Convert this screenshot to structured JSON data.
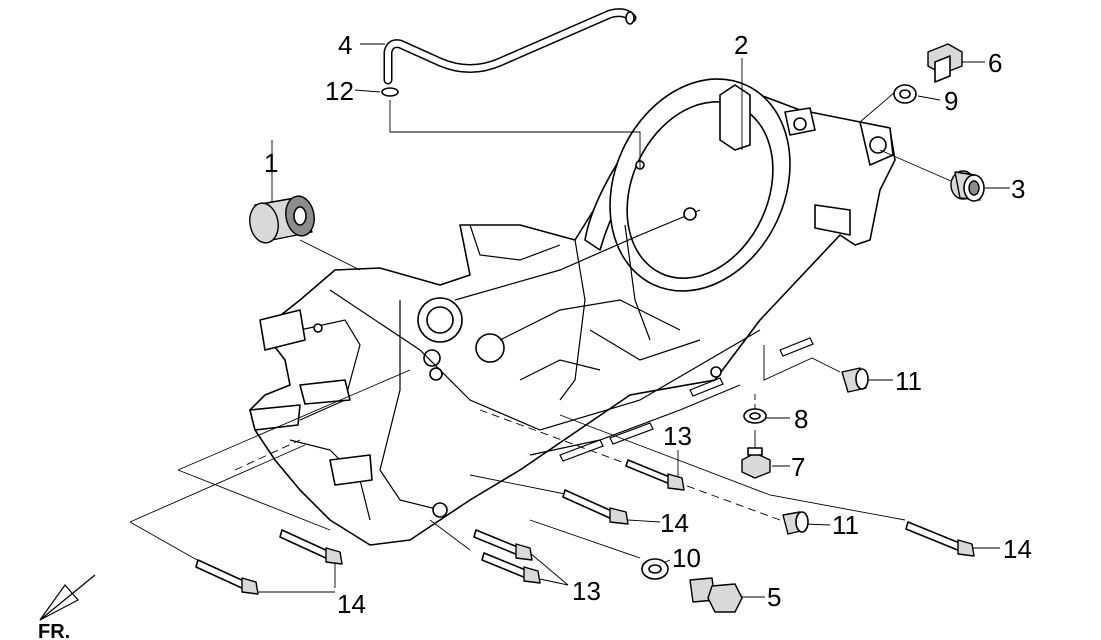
{
  "callouts": {
    "c1": "1",
    "c2": "2",
    "c3": "3",
    "c4": "4",
    "c5": "5",
    "c6": "6",
    "c7": "7",
    "c8": "8",
    "c9": "9",
    "c10": "10",
    "c11a": "11",
    "c11b": "11",
    "c12": "12",
    "c13a": "13",
    "c13b": "13",
    "c14a": "14",
    "c14b": "14",
    "c14c": "14"
  },
  "front_marker": "FR."
}
